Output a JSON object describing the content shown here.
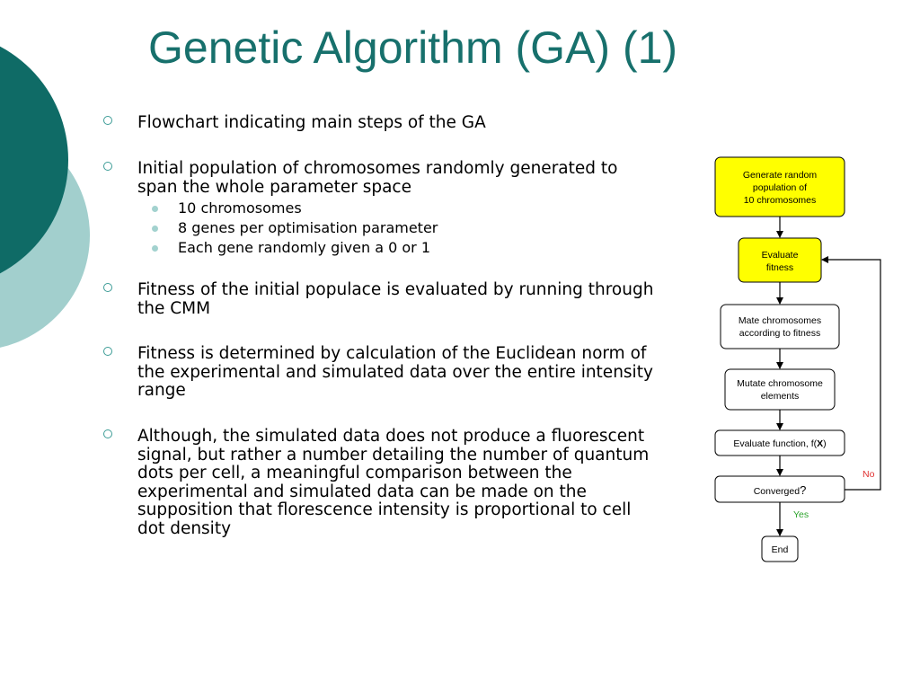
{
  "slide": {
    "title": "Genetic Algorithm (GA) (1)",
    "bullets": [
      {
        "text": "Flowchart indicating main steps of the GA"
      },
      {
        "text": "Initial population of chromosomes randomly generated to span the whole parameter space"
      },
      {
        "text": "Fitness of the initial populace is evaluated by running through the CMM"
      },
      {
        "text": "Fitness is determined by calculation of the Euclidean norm of the experimental and simulated data over the entire intensity range"
      },
      {
        "text": "Although, the simulated data does not produce a fluorescent signal, but rather a number detailing the number of quantum dots per cell, a meaningful comparison between the experimental and simulated data can be made on the supposition that florescence intensity is proportional to cell dot density"
      }
    ],
    "subbullets": [
      "10 chromosomes",
      "8 genes per optimisation parameter",
      "Each gene randomly given a 0 or 1"
    ]
  },
  "flowchart": {
    "nodes": {
      "generate": [
        "Generate random",
        "population of",
        "10 chromosomes"
      ],
      "evaluate": [
        "Evaluate",
        "fitness"
      ],
      "mate": [
        "Mate chromosomes",
        "according to fitness"
      ],
      "mutate": [
        "Mutate chromosome",
        "elements"
      ],
      "eval_fn": {
        "prefix": "Evaluate function, f(",
        "var": "X",
        "suffix": ")"
      },
      "converged": {
        "text": "Converged",
        "mark": "?"
      },
      "end": "End"
    },
    "edge_labels": {
      "no": "No",
      "yes": "Yes"
    }
  },
  "colors": {
    "title": "#17706c",
    "dark_teal": "#0f6b66",
    "light_teal": "#a2cfcd",
    "bullet_ring": "#3c9c96",
    "sub_dot": "#a3d2cf",
    "highlight_box": "#ffff00",
    "no_label": "#e03030",
    "yes_label": "#2fa52f"
  }
}
